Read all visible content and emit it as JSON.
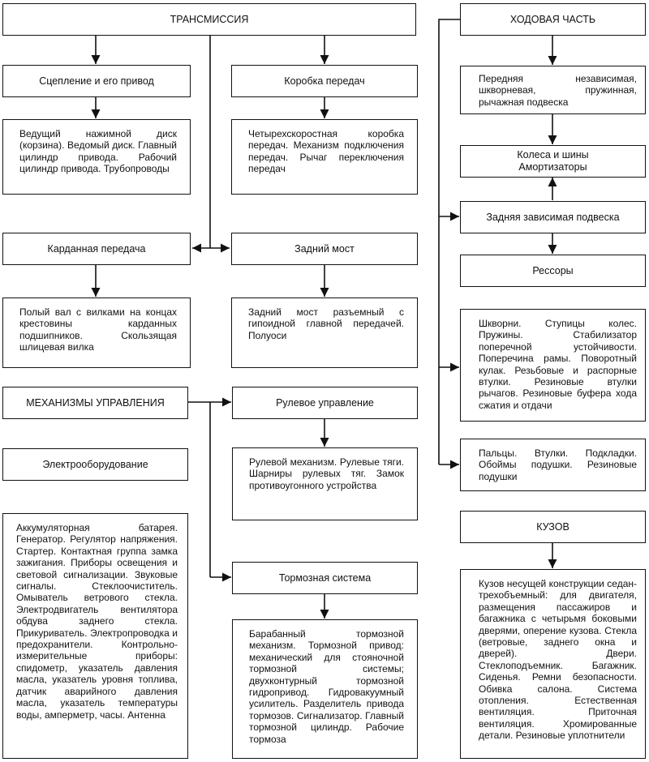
{
  "transmission": {
    "title": "ТРАНСМИССИЯ",
    "clutch_title": "Сцепление и его привод",
    "clutch_text": "Ведущий нажимной диск (корзина). Ведомый диск. Главный цилиндр привода. Рабочий цилиндр привода. Трубопроводы",
    "gearbox_title": "Коробка передач",
    "gearbox_text": "Четырехскоростная коробка передач. Механизм подключения передач. Рычаг переключения передач",
    "cardan_title": "Карданная передача",
    "cardan_text": "Полый вал с вилками на концах крестовины карданных подшипников. Скользящая шлицевая вилка",
    "rear_axle_title": "Задний мост",
    "rear_axle_text": "Задний мост разъемный с гипоидной главной передачей. Полуоси"
  },
  "controls": {
    "title": "МЕХАНИЗМЫ УПРАВЛЕНИЯ",
    "steering_title": "Рулевое управление",
    "steering_text": "Рулевой механизм. Рулевые тяги. Шарниры рулевых тяг. Замок противоугонного устройства",
    "brakes_title": "Тормозная система",
    "brakes_text": "Барабанный тормозной механизм. Тормозной привод: механический для стояночной тормозной системы; двухконтурный тормозной гидропривод. Гидровакуумный усилитель. Разделитель привода тормозов. Сигнализатор. Главный тормозной цилиндр. Рабочие тормоза"
  },
  "electrical": {
    "title": "Электрооборудование",
    "text": "Аккумуляторная батарея. Генератор. Регулятор напряжения. Стартер. Контактная группа замка зажигания. Приборы освещения и световой сигнализации. Звуковые сигналы. Стеклоочиститель. Омыватель ветрового стекла. Электродвигатель вентилятора обдува заднего стекла. Прикуриватель. Электропроводка и предохранители. Контрольно-измерительные приборы: спидометр, указатель давления масла, указатель уровня топлива, датчик аварийного давления масла, указатель температуры воды, амперметр, часы. Антенна"
  },
  "chassis": {
    "title": "ХОДОВАЯ ЧАСТЬ",
    "front_susp": "Передняя независимая, шкворневая, пружинная, рычажная подвеска",
    "wheels": "Колеса и шины\nАмортизаторы",
    "rear_susp": "Задняя зависимая подвеска",
    "springs": "Рессоры",
    "parts_text": "Шкворни. Ступицы колес. Пружины. Стабилизатор поперечной устойчивости. Поперечина рамы. Поворотный кулак. Резьбовые и распорные втулки. Резиновые втулки рычагов. Резиновые буфера хода сжатия и отдачи",
    "pins_text": "Пальцы. Втулки. Подкладки. Обоймы подушки. Резиновые подушки"
  },
  "body": {
    "title": "КУЗОВ",
    "text": "Кузов несущей конструкции седан-трехобъемный: для двигателя, размещения пассажиров и багажника с четырьмя боковыми дверями, оперение кузова. Стекла (ветровые, заднего окна и дверей). Двери. Стеклоподъемник. Багажник. Сиденья. Ремни безопасности. Обивка салона. Система отопления. Естественная вентиляция. Приточная вентиляция. Хромированные детали. Резиновые уплотнители"
  }
}
